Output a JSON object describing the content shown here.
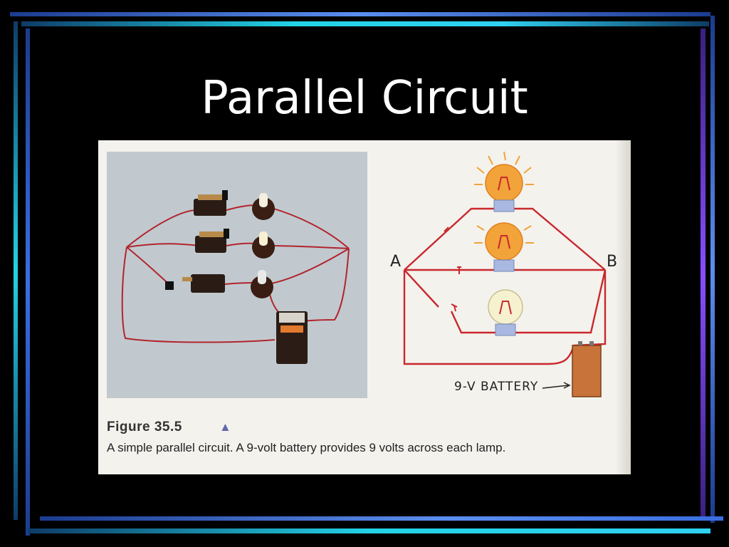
{
  "slide": {
    "title": "Parallel Circuit"
  },
  "figure": {
    "caption_title": "Figure 35.5",
    "caption_text": "A simple parallel circuit. A 9-volt battery provides 9 volts across each lamp.",
    "diagram_labels": {
      "node_a": "A",
      "node_b": "B",
      "battery": "9-V BATTERY"
    }
  },
  "colors": {
    "background": "#000000",
    "accent_cyan": "#22d3e6",
    "accent_blue": "#5b8ff0",
    "accent_purple": "#8a4dff",
    "wire_red": "#c8282d",
    "bulb_glow": "#f2a33a",
    "battery_orange": "#c8733a"
  }
}
